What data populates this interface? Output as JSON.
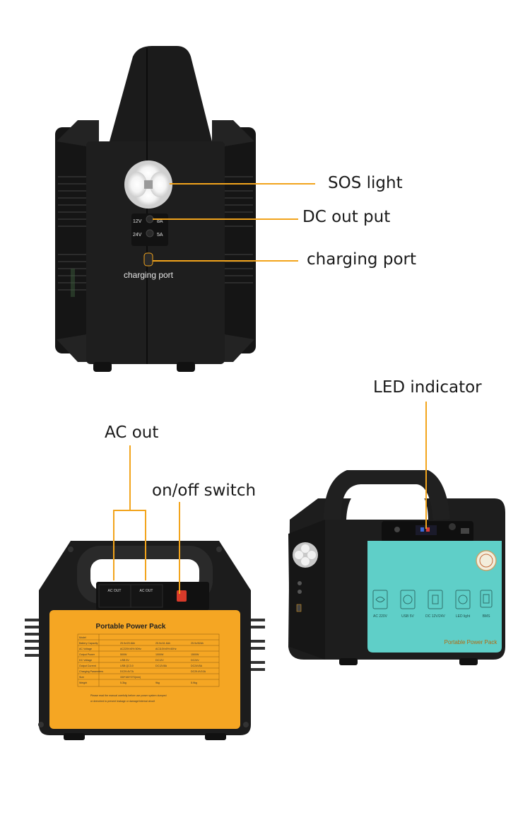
{
  "callouts": {
    "sos_light": "SOS light",
    "dc_output": "DC out put",
    "charging_port": "charging port",
    "led_indicator": "LED indicator",
    "ac_out": "AC out",
    "on_off_switch": "on/off switch"
  },
  "top_unit": {
    "dc_12v": "12V",
    "dc_24v": "24V",
    "dc_8a": "8A",
    "dc_5a": "5A",
    "charging_port_label": "charging port"
  },
  "back_unit": {
    "ac_out_left": "AC OUT",
    "ac_out_right": "AC OUT",
    "sticker_title": "Portable Power Pack",
    "spec_rows": [
      {
        "label": "Model",
        "values": [
          "",
          "",
          ""
        ]
      },
      {
        "label": "Battery Capacity",
        "values": [
          "25.9v/20.8Ah",
          "25.9v/41.6Ah",
          "25.9v/52Ah"
        ]
      },
      {
        "label": "AC Voltage",
        "values": [
          "AC220V±5% 50Hz",
          "AC110V±5% 60Hz",
          ""
        ]
      },
      {
        "label": "Output Power",
        "values": [
          "500W",
          "1000W",
          "1500W"
        ]
      },
      {
        "label": "DC Voltage",
        "values": [
          "USB 5V",
          "DC12V",
          "DC24V"
        ]
      },
      {
        "label": "Output Current",
        "values": [
          "USB QC3.0",
          "DC12V8A",
          "DC24V5A"
        ]
      },
      {
        "label": "Charging Parameters",
        "values": [
          "DC29.4V7A",
          "",
          "DC29.4V10A"
        ]
      },
      {
        "label": "Size",
        "values": [
          "330*160*270(mm)",
          "",
          ""
        ]
      },
      {
        "label": "Weight",
        "values": [
          "5.3kg",
          "9kg",
          "5.9kg"
        ]
      }
    ],
    "warning_line_1": "Please read the manual carefully before use power system dumped",
    "warning_line_2": "or drenched to prevent leakage or damage/internal circuit"
  },
  "front_unit": {
    "panel_title": "Portable Power Pack",
    "icon_labels": [
      "AC 220V",
      "USB 5V",
      "DC 12V/24V",
      "LED light",
      "BMS"
    ]
  },
  "colors": {
    "accent_line": "#f2a41c",
    "body_black": "#1e1e1e",
    "sticker_orange": "#f5a623",
    "panel_teal": "#5fcfc8"
  }
}
